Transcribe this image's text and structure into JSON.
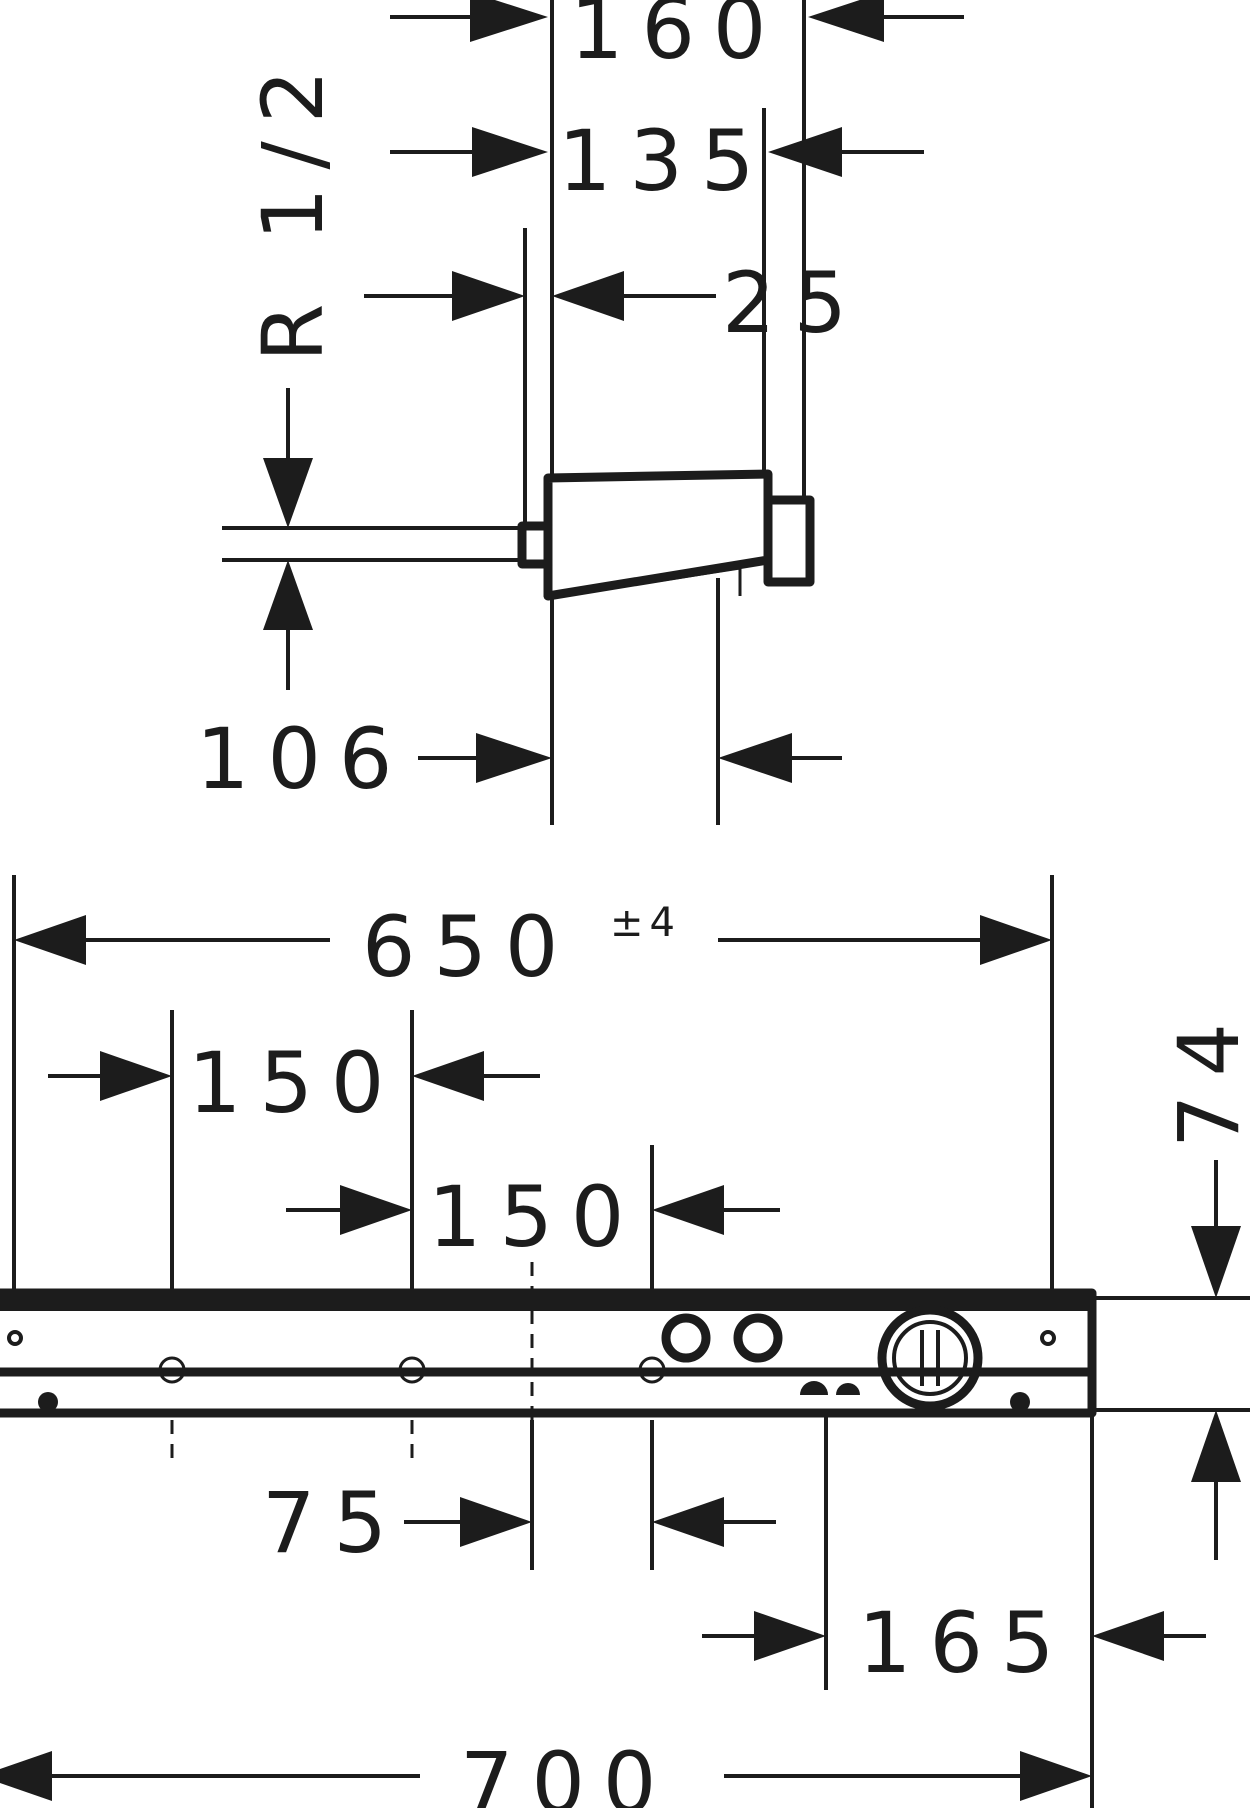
{
  "drawing": {
    "thread_label": "R 1/2",
    "dim_160": "160",
    "dim_135": "135",
    "dim_25": "25",
    "dim_106": "106",
    "dim_650": "650",
    "dim_650_tolerance": "±4",
    "dim_150_a": "150",
    "dim_150_b": "150",
    "dim_74": "74",
    "dim_75": "75",
    "dim_165": "165",
    "dim_700": "700"
  }
}
